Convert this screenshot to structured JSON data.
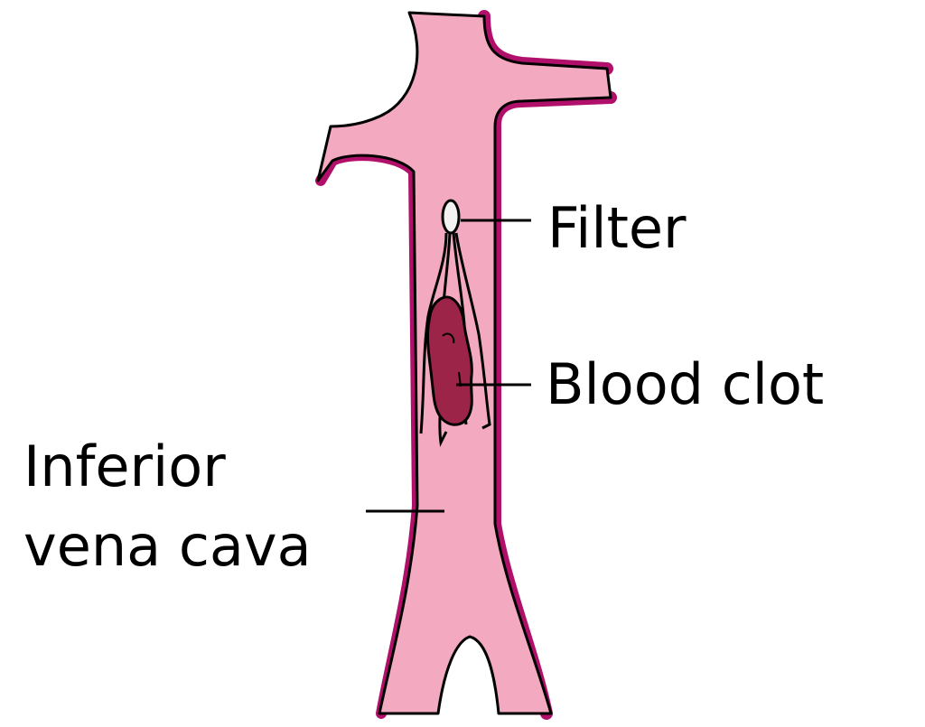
{
  "labels": {
    "filter": "Filter",
    "blood_clot": "Blood clot",
    "ivc_line1": "Inferior",
    "ivc_line2": "vena cava"
  },
  "colors": {
    "vessel_fill": "#f3a9bf",
    "vessel_wall": "#b0106a",
    "clot_fill": "#9b2448",
    "outline": "#000000",
    "filter_cap": "#f2f2f2"
  }
}
